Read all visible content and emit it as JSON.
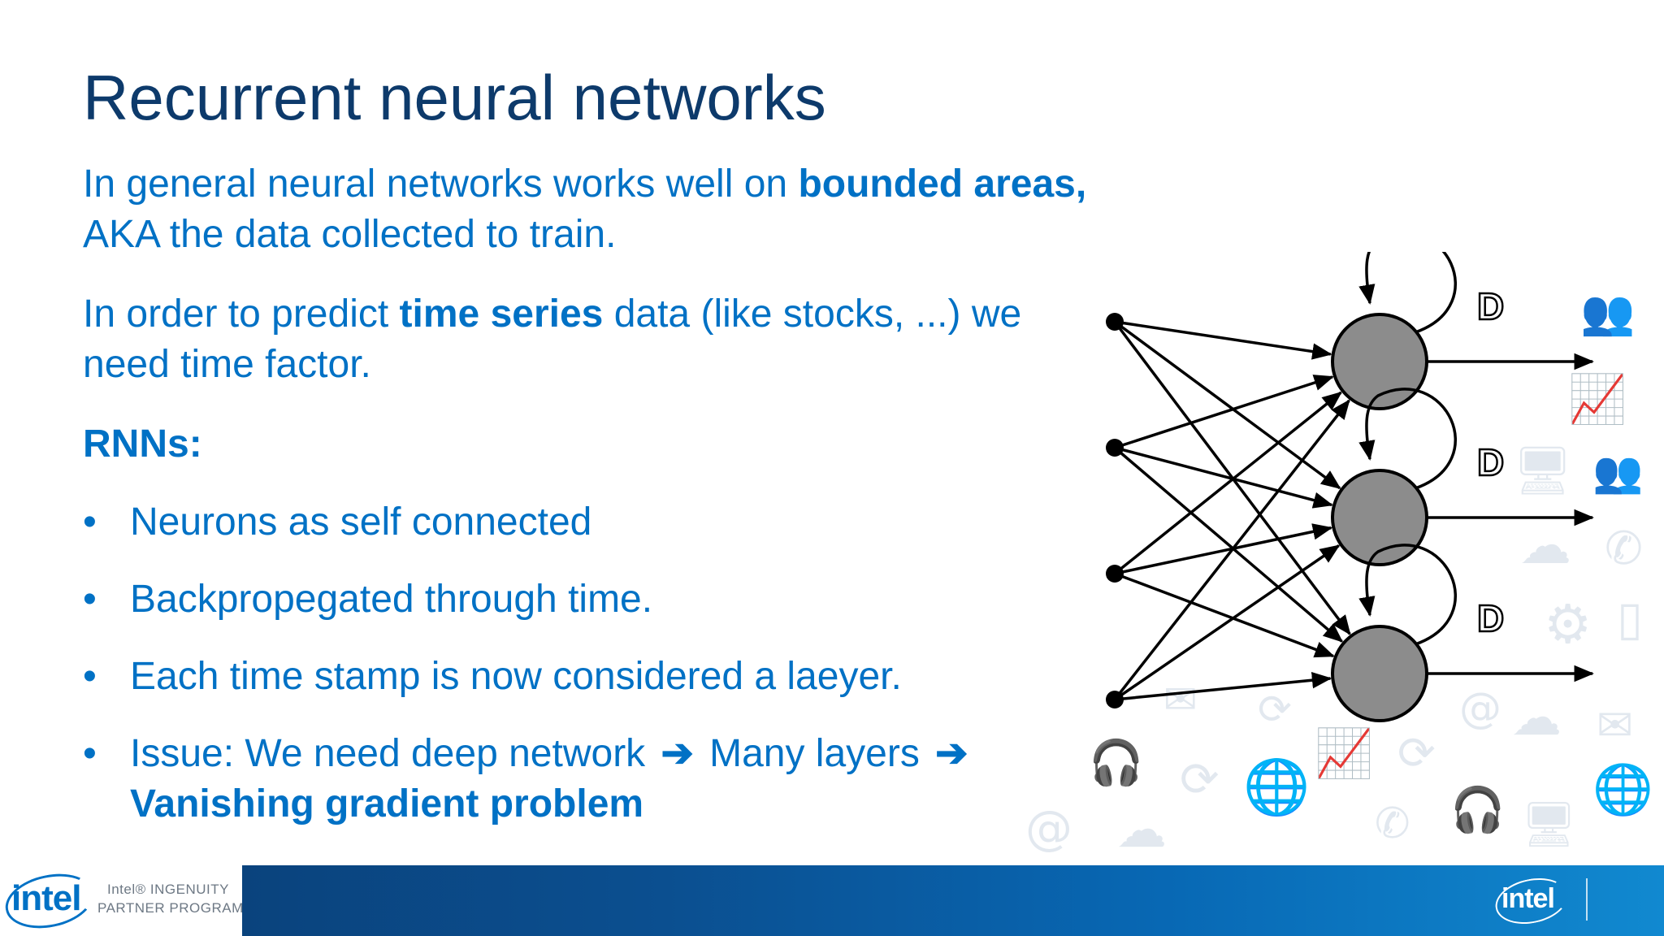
{
  "slide": {
    "title": "Recurrent neural networks",
    "para1": {
      "text_a": "In general neural networks works well on ",
      "bold": "bounded areas,",
      "text_b": " AKA the data collected to train."
    },
    "para2": {
      "text_a": "In order to predict ",
      "bold": "time series",
      "text_b": " data (like stocks, ...) we need time factor."
    },
    "rnns_heading": "RNNs:",
    "bullet_symbol": "•",
    "bullets": [
      "Neurons as self connected",
      "Backpropegated through time.",
      "Each time stamp is now considered a laeyer."
    ],
    "issue_bullet": {
      "text_a": "Issue: We need deep network",
      "arrow": "➔",
      "text_b": "Many layers",
      "bold": "Vanishing gradient problem"
    }
  },
  "diagram": {
    "input_count": 4,
    "neuron_count": 3,
    "delay_label": "D",
    "colors": {
      "neuron_fill": "#8c8c8c",
      "stroke": "#000000"
    }
  },
  "footer": {
    "intel_logo_text": "intel",
    "program_line1": "Intel® INGENUITY",
    "program_line2": "PARTNER PROGRAM",
    "intel_logo_right_text": "intel"
  },
  "background_icons": [
    "people-icon",
    "chart-icon",
    "monitor-icon",
    "cloud-icon",
    "phone-icon",
    "gear-icon",
    "mail-icon",
    "globe-icon",
    "headphones-icon",
    "at-icon",
    "refresh-icon"
  ]
}
